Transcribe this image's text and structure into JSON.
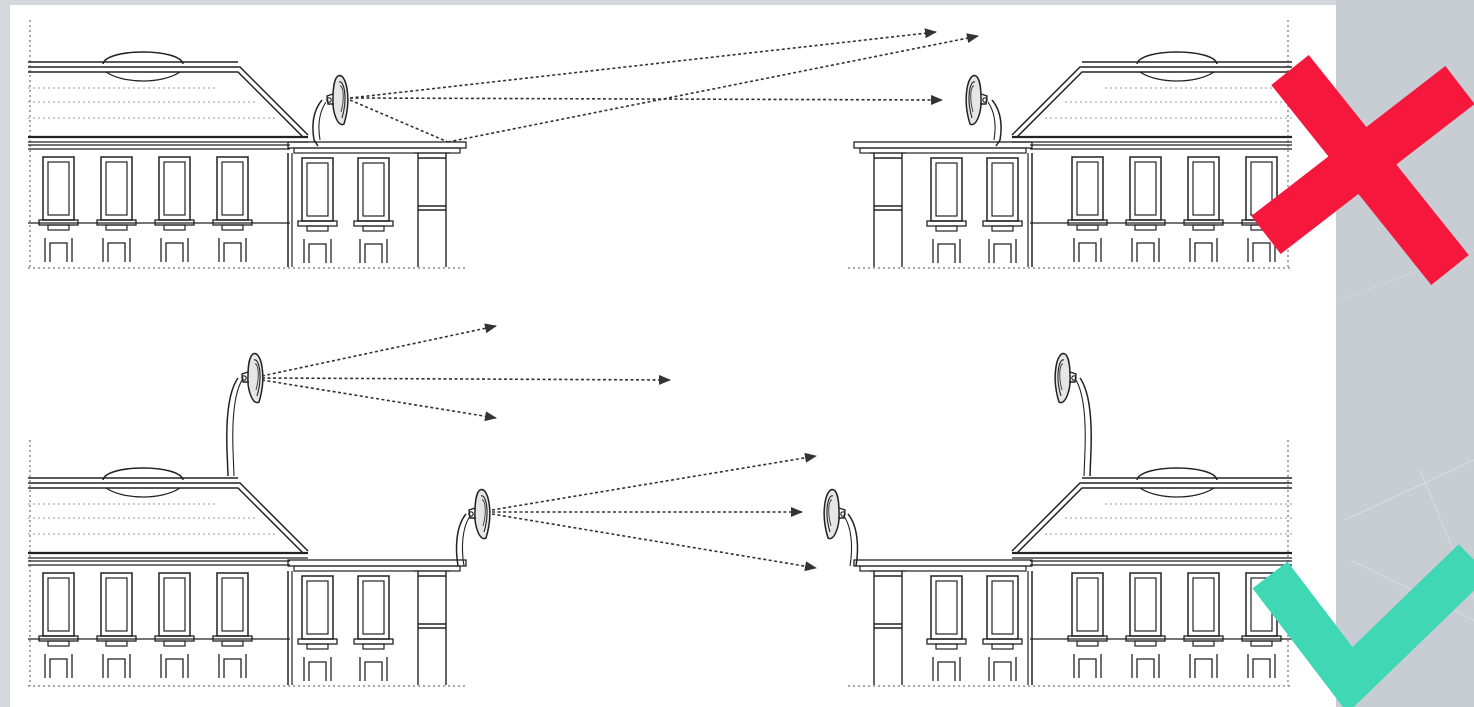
{
  "scenes": [
    {
      "id": "obstructed-link",
      "status": "incorrect"
    },
    {
      "id": "clear-line-of-sight-link",
      "status": "correct"
    }
  ],
  "colors": {
    "incorrect_mark": "#f5173c",
    "correct_mark": "#3fd7b4",
    "side_panel": "#c7cdd3",
    "line_art": "#222222",
    "signal_arrow": "#333333",
    "background": "#ffffff"
  },
  "icons": {
    "incorrect": "cross-mark-icon",
    "correct": "check-mark-icon",
    "antenna": "dish-antenna-icon",
    "building": "building-icon"
  }
}
